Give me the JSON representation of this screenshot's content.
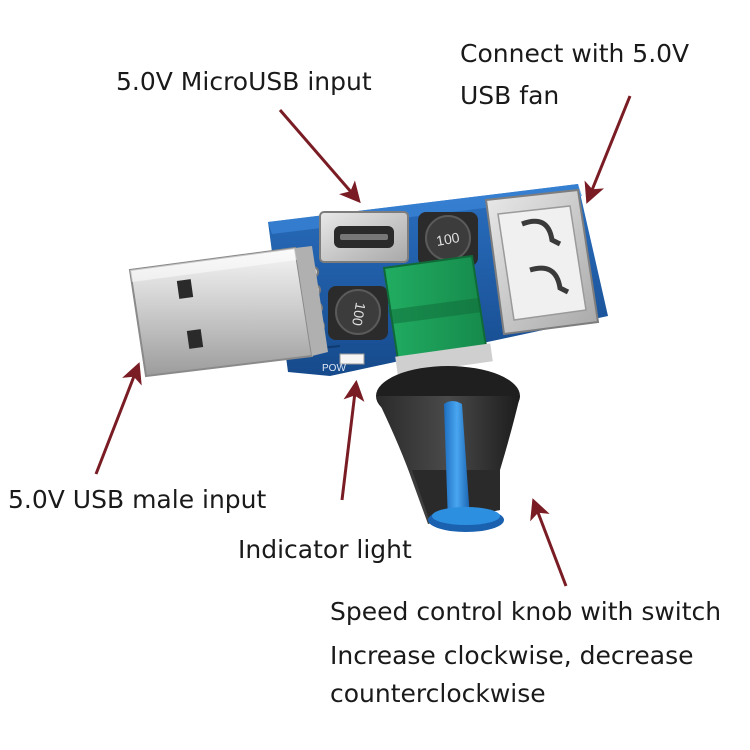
{
  "labels": {
    "microusb_input": "5.0V MicroUSB input",
    "usb_fan_line1": "Connect with 5.0V",
    "usb_fan_line2": "USB fan",
    "usb_male_input": "5.0V USB male input",
    "indicator_light": "Indicator light",
    "knob_line1": "Speed control knob with switch",
    "knob_line2": "Increase clockwise, decrease",
    "knob_line3": "counterclockwise"
  },
  "board_text": {
    "inductor_code": "100",
    "silk_power": "POW"
  },
  "colors": {
    "pcb": "#1a5aa8",
    "arrow": "#7a1c24",
    "pot_body": "#1fa05a",
    "knob_accent": "#2d8fe0"
  }
}
